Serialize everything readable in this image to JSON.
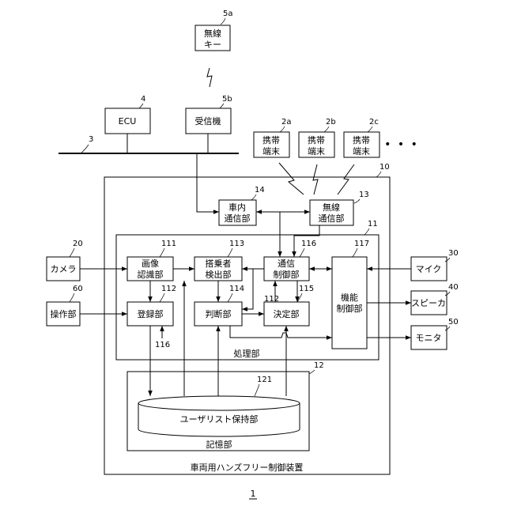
{
  "labels": {
    "wireless_key_l1": "無線",
    "wireless_key_l2": "キー",
    "ecu": "ECU",
    "receiver": "受信機",
    "portable_a_l1": "携帯",
    "portable_a_l2": "端末",
    "portable_b_l1": "携帯",
    "portable_b_l2": "端末",
    "portable_c_l1": "携帯",
    "portable_c_l2": "端末",
    "more_dots": "• • •",
    "in_vehicle_comm_l1": "車内",
    "in_vehicle_comm_l2": "通信部",
    "wireless_comm_l1": "無線",
    "wireless_comm_l2": "通信部",
    "camera": "カメラ",
    "operation_unit": "操作部",
    "image_recog_l1": "画像",
    "image_recog_l2": "認識部",
    "passenger_detect_l1": "搭乗者",
    "passenger_detect_l2": "検出部",
    "comm_control_l1": "通信",
    "comm_control_l2": "制御部",
    "function_control_l1": "機能",
    "function_control_l2": "制御部",
    "registration_unit": "登録部",
    "judgment_unit": "判断部",
    "decision_unit": "決定部",
    "mic": "マイク",
    "speaker": "スピーカ",
    "monitor": "モニタ",
    "processing_unit": "処理部",
    "user_list_holding": "ユーザリスト保持部",
    "storage_unit": "記憶部",
    "device_title": "車両用ハンズフリー制御装置",
    "figure_number": "1"
  },
  "refs": {
    "r5a": "5a",
    "r4": "4",
    "r5b": "5b",
    "r3": "3",
    "r2a": "2a",
    "r2b": "2b",
    "r2c": "2c",
    "r10": "10",
    "r14": "14",
    "r13": "13",
    "r11": "11",
    "r20": "20",
    "r60": "60",
    "r111": "111",
    "r113": "113",
    "r116": "116",
    "r117": "117",
    "r112": "112",
    "r114": "114",
    "r115": "115",
    "r112b": "112",
    "r116b": "116",
    "r30": "30",
    "r40": "40",
    "r50": "50",
    "r12": "12",
    "r121": "121"
  }
}
